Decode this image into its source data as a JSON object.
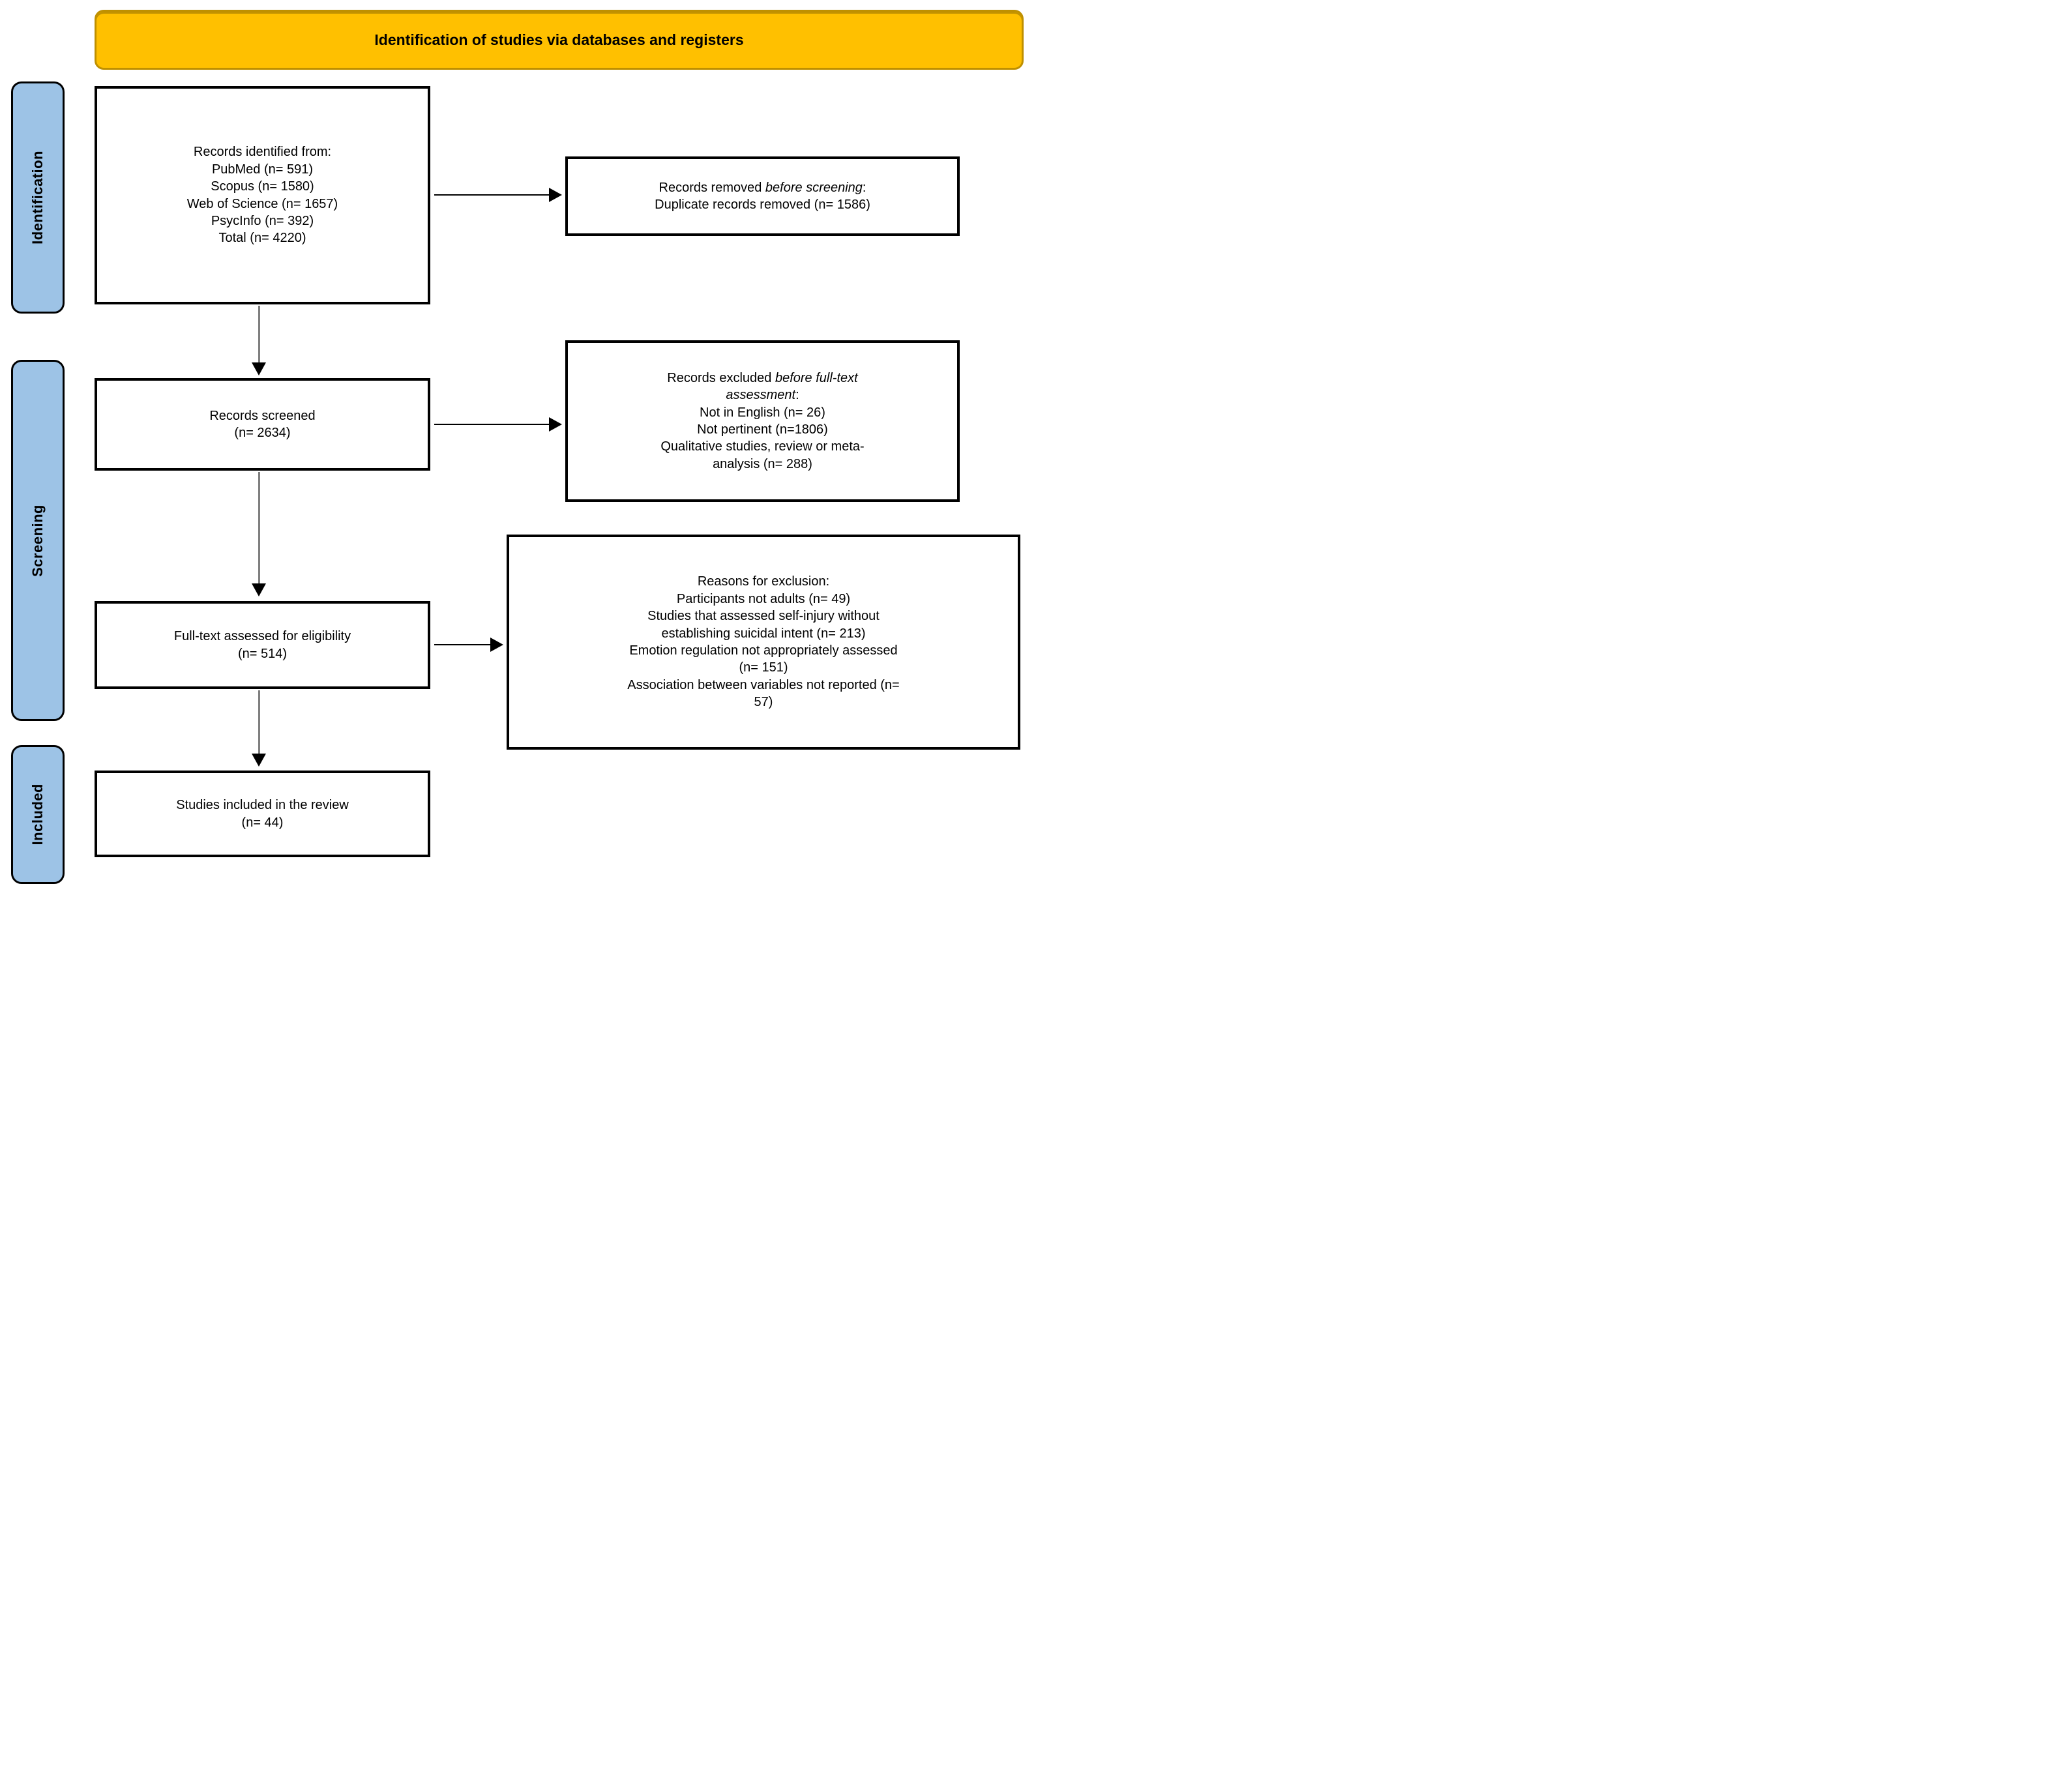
{
  "header": {
    "title": "Identification of studies via databases and registers"
  },
  "stages": [
    {
      "label": "Identification"
    },
    {
      "label": "Screening"
    },
    {
      "label": "Included"
    }
  ],
  "flow": {
    "identified": {
      "lines": [
        "Records identified from:",
        "PubMed (n= 591)",
        "Scopus (n= 1580)",
        "Web of Science (n= 1657)",
        "PsycInfo (n= 392)",
        "Total (n= 4220)"
      ]
    },
    "screened": {
      "title": "Records screened",
      "count": "(n= 2634)"
    },
    "fulltext": {
      "title": "Full-text assessed for eligibility",
      "count": "(n= 514)"
    },
    "included": {
      "title": "Studies included in the review",
      "count": "(n= 44)"
    }
  },
  "exclusions": {
    "removed": {
      "title_pre": "Records removed ",
      "title_italic": "before screening",
      "title_post": ":",
      "lines": [
        "Duplicate records removed (n= 1586)"
      ]
    },
    "excluded": {
      "title_pre": "Records excluded ",
      "title_italic_line1": "before full-text",
      "title_italic_line2": "assessment",
      "title_post": ":",
      "lines": [
        "Not in English (n= 26)",
        "Not pertinent (n=1806)",
        "Qualitative studies, review or meta-",
        "analysis (n= 288)"
      ]
    },
    "reasons": {
      "title": "Reasons for exclusion:",
      "lines": [
        "Participants not adults (n= 49)",
        "Studies that assessed self-injury without",
        "establishing suicidal intent (n= 213)",
        "Emotion regulation not appropriately assessed",
        "(n= 151)",
        "Association between variables not reported (n=",
        "57)"
      ]
    }
  },
  "colors": {
    "banner_fill": "#FFC000",
    "banner_border": "#BF9000",
    "stage_fill": "#9DC3E6",
    "stage_border": "#000000",
    "box_border": "#000000",
    "arrow_black": "#000000",
    "arrow_gray": "#7F7F7F"
  }
}
